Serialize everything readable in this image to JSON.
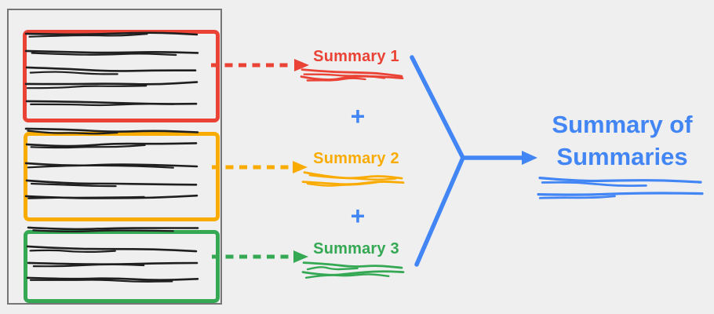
{
  "diagram": {
    "title": "Summary of Summaries",
    "plus_sign": "+",
    "summaries": [
      {
        "label": "Summary 1",
        "color_name": "red"
      },
      {
        "label": "Summary 2",
        "color_name": "orange"
      },
      {
        "label": "Summary 3",
        "color_name": "green"
      }
    ],
    "document_chunks": [
      {
        "color_name": "red",
        "scribble_line_count": 5
      },
      {
        "color_name": "orange",
        "scribble_line_count": 5
      },
      {
        "color_name": "green",
        "scribble_line_count": 4
      }
    ]
  },
  "colors": {
    "red": "#EA4335",
    "orange": "#FAAB00",
    "green": "#34A853",
    "blue": "#4285F4",
    "ink": "#1F1F1F",
    "document_border": "#757575",
    "background": "#EFEFF0"
  }
}
